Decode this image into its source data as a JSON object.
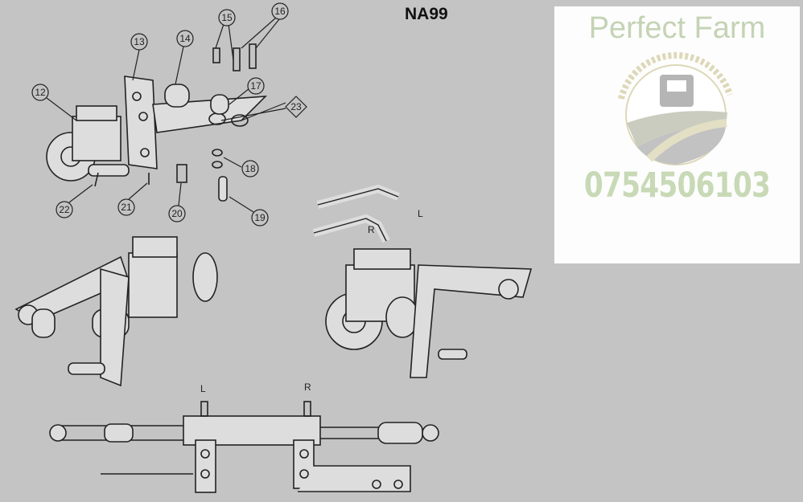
{
  "header": {
    "title": "NA99"
  },
  "logo": {
    "brand": "Perfect Farm",
    "phone": "0754506103",
    "colors": {
      "green": "#c8d9b6",
      "wheat": "#ddd8b8",
      "gray": "#b5b5b5"
    }
  },
  "callouts": [
    "12",
    "13",
    "14",
    "15",
    "16",
    "17",
    "18",
    "19",
    "20",
    "21",
    "22",
    "23"
  ],
  "port_labels": {
    "left": "L",
    "right": "R"
  }
}
